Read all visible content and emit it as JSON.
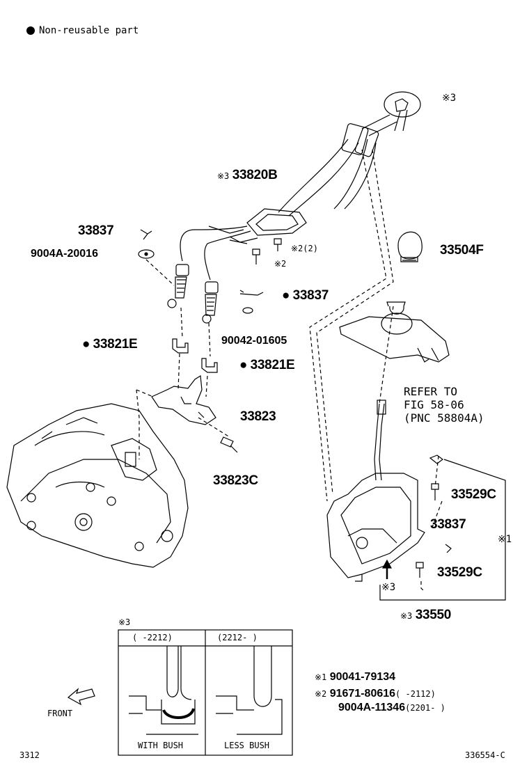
{
  "legend": {
    "symbol": "●",
    "text": "Non-reusable part"
  },
  "parts": {
    "p33820B": {
      "mark": "※3",
      "number": "33820B"
    },
    "p33837_top": "33837",
    "p9004A_20016": "9004A-20016",
    "p33837_clip": {
      "mark": "●",
      "number": "33837"
    },
    "p90042_01605": "90042-01605",
    "p33821E_left": {
      "mark": "●",
      "number": "33821E"
    },
    "p33821E_right": {
      "mark": "●",
      "number": "33821E"
    },
    "p33823": "33823",
    "p33823C": "33823C",
    "p33504F": "33504F",
    "p33529C_top": "33529C",
    "p33837_lower": "33837",
    "p33529C_bottom": "33529C",
    "p33550": {
      "mark": "※3",
      "number": "33550"
    },
    "bolt_mark_a": "※2(2)",
    "bolt_mark_b": "※2",
    "mark_x3_top": "※3",
    "mark_x3_arrow": "※3",
    "mark_x1_side": "※1"
  },
  "reference": [
    "REFER TO",
    "FIG 58-06",
    "(PNC 58804A)"
  ],
  "detail_box": {
    "mark": "※3",
    "col_left_header": "(   -2212)",
    "col_right_header": "(2212-   )",
    "col_left_caption": "WITH BUSH",
    "col_right_caption": "LESS BUSH"
  },
  "notes": [
    {
      "mark": "※1",
      "number": "90041-79134",
      "range": ""
    },
    {
      "mark": "※2",
      "number": "91671-80616",
      "range": "(    -2112)"
    },
    {
      "mark": "",
      "number": "9004A-11346",
      "range": "(2201-    )"
    }
  ],
  "front_label": "FRONT",
  "footer": {
    "left": "3312",
    "right": "336554-C"
  },
  "icons": [
    "front-arrow-icon",
    "up-arrow-icon",
    "bullet-dot-icon"
  ]
}
